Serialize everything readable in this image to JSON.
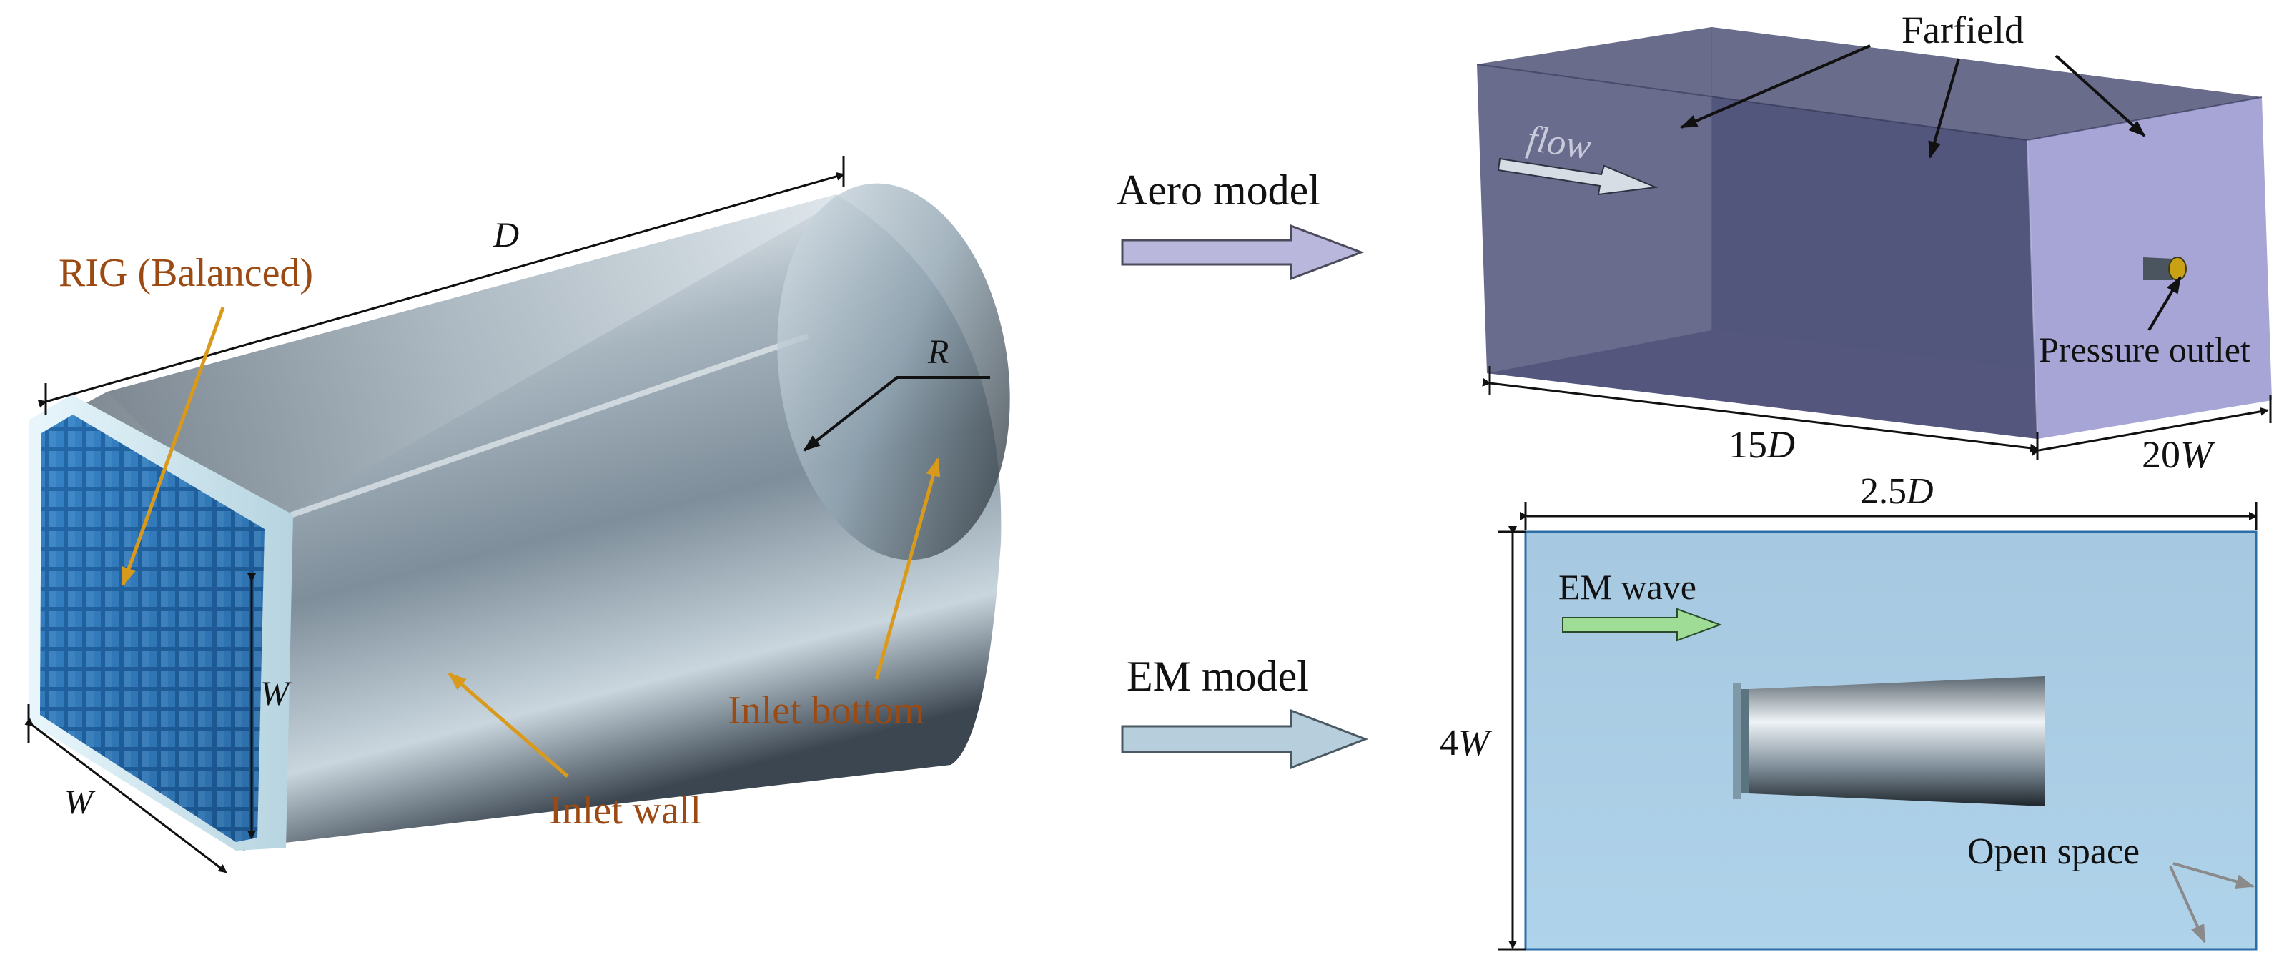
{
  "inlet": {
    "label_rig": "RIG (Balanced)",
    "label_inlet_bottom": "Inlet bottom",
    "label_inlet_wall": "Inlet wall",
    "dim_D": "D",
    "dim_R": "R",
    "dim_W_height": "W",
    "dim_W_width": "W"
  },
  "arrows": {
    "aero_label": "Aero model",
    "em_label": "EM model"
  },
  "aero_domain": {
    "farfield_label": "Farfield",
    "flow_label": "flow",
    "pressure_outlet_label": "Pressure outlet",
    "dim_length_num": "15",
    "dim_length_var": "D",
    "dim_width_num": "20",
    "dim_width_var": "W"
  },
  "em_domain": {
    "em_wave_label": "EM wave",
    "open_space_label": "Open space",
    "dim_width_num": "2.5",
    "dim_width_var": "D",
    "dim_height_num": "4",
    "dim_height_var": "W"
  },
  "colors": {
    "label_brown": "#9a4a12",
    "pointer_orange": "#d99a1c",
    "grid_blue": "#1a5c9a",
    "aero_arrow_fill": "#b9b7dc",
    "em_arrow_fill": "#b7cfdc",
    "em_background": "#a9cde4",
    "em_border": "#2c6ea8",
    "em_wave_green": "#9fdc96",
    "farfield_side": "#55587e",
    "farfield_back": "#474a6e",
    "farfield_end": "#a6a5d6"
  }
}
